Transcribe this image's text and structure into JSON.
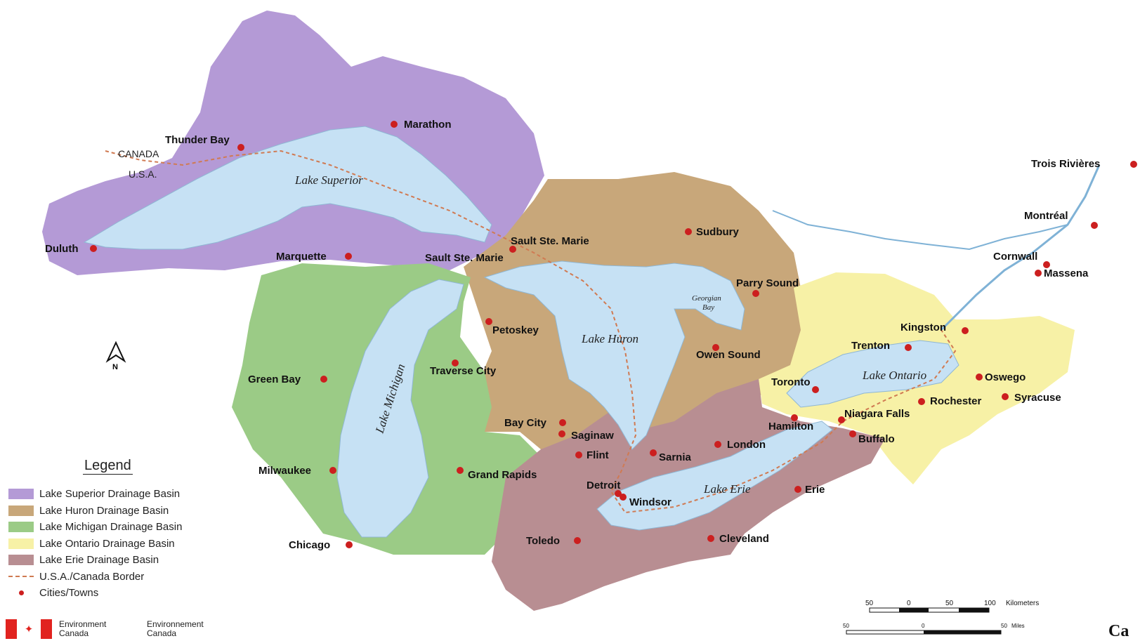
{
  "lakes": {
    "superior": "Lake Superior",
    "huron": "Lake Huron",
    "michigan": "Lake Michigan",
    "erie": "Lake Erie",
    "ontario": "Lake Ontario",
    "georgian_bay_1": "Georgian",
    "georgian_bay_2": "Bay"
  },
  "countries": {
    "canada": "CANADA",
    "usa": "U.S.A."
  },
  "north_arrow": "N",
  "cities": [
    "Thunder Bay",
    "Marathon",
    "Duluth",
    "Marquette",
    "Sault Ste. Marie",
    "Sault Ste. Marie",
    "Sudbury",
    "Parry Sound",
    "Owen Sound",
    "Petoskey",
    "Traverse City",
    "Green Bay",
    "Bay City",
    "Saginaw",
    "Flint",
    "Milwaukee",
    "Grand Rapids",
    "Chicago",
    "Detroit",
    "Windsor",
    "Toledo",
    "Sarnia",
    "London",
    "Cleveland",
    "Erie",
    "Buffalo",
    "Niagara Falls",
    "Hamilton",
    "Toronto",
    "Rochester",
    "Oswego",
    "Syracuse",
    "Trenton",
    "Kingston",
    "Cornwall",
    "Massena",
    "Montréal",
    "Trois Rivières"
  ],
  "legend": {
    "title": "Legend",
    "items": [
      {
        "label": "Lake Superior Drainage Basin",
        "color": "#b49ad6"
      },
      {
        "label": "Lake Huron Drainage Basin",
        "color": "#c8a77a"
      },
      {
        "label": "Lake Michigan Drainage Basin",
        "color": "#9bcb86"
      },
      {
        "label": "Lake Ontario Drainage Basin",
        "color": "#f7f1a6"
      },
      {
        "label": "Lake Erie Drainage Basin",
        "color": "#b88e92"
      },
      {
        "label": "U.S.A./Canada Border",
        "color": "#d07a52"
      },
      {
        "label": "Cities/Towns",
        "color": "#cc1f1f"
      }
    ]
  },
  "scale": {
    "km_ticks": [
      "50",
      "0",
      "50",
      "100"
    ],
    "km_unit": "Kilometers",
    "mi_ticks": [
      "50",
      "0",
      "50"
    ],
    "mi_unit": "Miles"
  },
  "footer": {
    "agency_en_1": "Environment",
    "agency_en_2": "Canada",
    "agency_fr_1": "Environnement",
    "agency_fr_2": "Canada",
    "wordmark": "Ca"
  }
}
